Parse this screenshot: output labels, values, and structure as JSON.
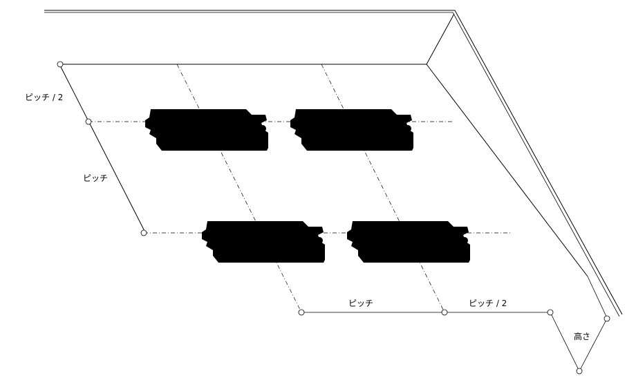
{
  "diagram": {
    "labels": {
      "pitch_half_left": "ピッチ / 2",
      "pitch_left": "ピッチ",
      "pitch_bottom": "ピッチ",
      "pitch_half_bottom": "ピッチ / 2",
      "height": "高さ"
    },
    "parts": [
      {
        "id": "part-top-left"
      },
      {
        "id": "part-top-right"
      },
      {
        "id": "part-bottom-left"
      },
      {
        "id": "part-bottom-right"
      }
    ]
  }
}
